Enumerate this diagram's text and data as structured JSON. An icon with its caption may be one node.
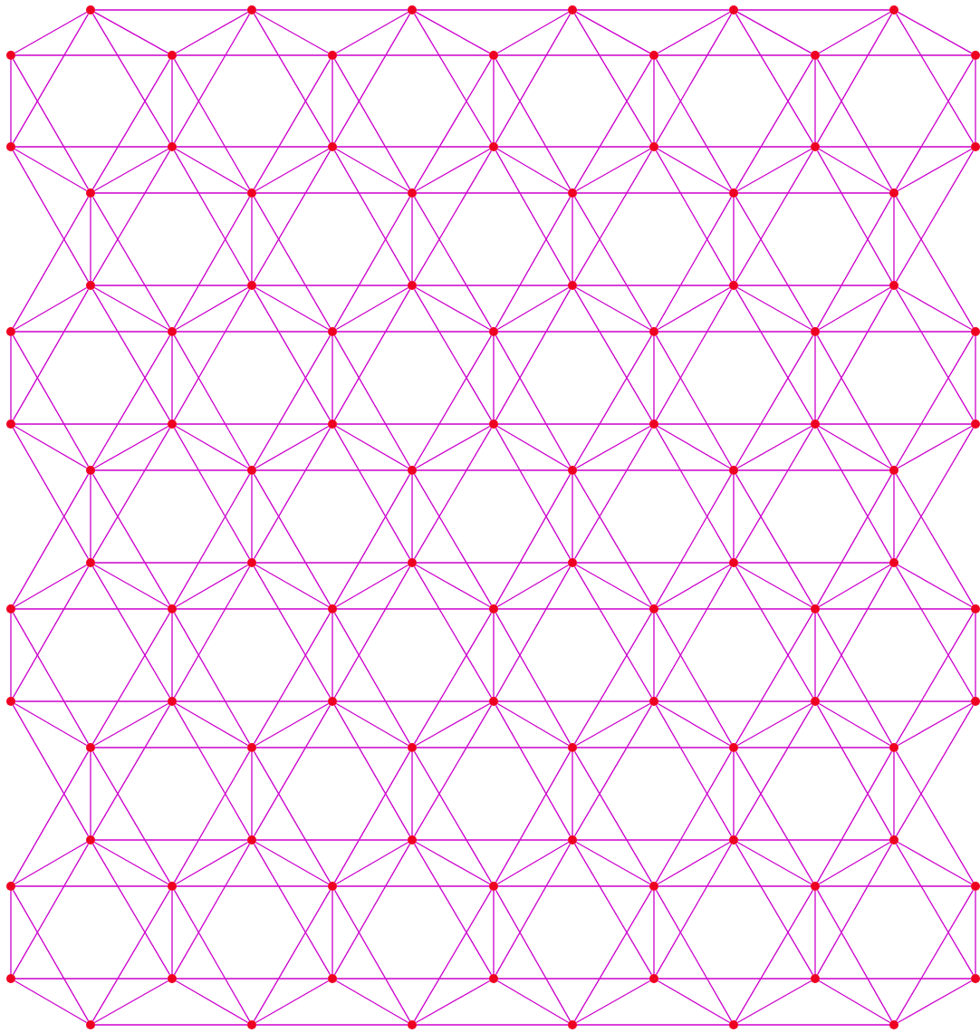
{
  "diagram": {
    "nodes": [
      {
        "text": [],
        "shape": "circle"
      },
      {
        "text": [],
        "shape": "circle"
      },
      {
        "text": [],
        "shape": "circle"
      },
      {
        "text": [],
        "shape": "circle"
      },
      {
        "text": [],
        "shape": "circle"
      },
      {
        "text": [],
        "shape": "circle"
      },
      {
        "text": [],
        "shape": "circle"
      },
      {
        "text": [],
        "shape": "circle"
      },
      {
        "text": [],
        "shape": "circle"
      },
      {
        "text": [],
        "shape": "circle"
      },
      {
        "text": [],
        "shape": "circle"
      },
      {
        "text": [],
        "shape": "circle"
      },
      {
        "text": [],
        "shape": "circle"
      },
      {
        "text": [],
        "shape": "circle"
      },
      {
        "text": [],
        "shape": "circle"
      },
      {
        "text": [],
        "shape": "circle"
      },
      {
        "text": [],
        "shape": "circle"
      },
      {
        "text": [],
        "shape": "circle"
      },
      {
        "text": [],
        "shape": "circle"
      },
      {
        "text": [],
        "shape": "circle"
      },
      {
        "text": [],
        "shape": "circle"
      },
      {
        "text": [],
        "shape": "circle"
      },
      {
        "text": [],
        "shape": "circle"
      },
      {
        "text": [],
        "shape": "circle"
      },
      {
        "text": [],
        "shape": "circle"
      },
      {
        "text": [],
        "shape": "circle"
      },
      {
        "text": [],
        "shape": "circle"
      },
      {
        "text": [],
        "shape": "circle"
      },
      {
        "text": [],
        "shape": "circle"
      },
      {
        "text": [],
        "shape": "circle"
      },
      {
        "text": [],
        "shape": "circle"
      },
      {
        "text": [],
        "shape": "circle"
      },
      {
        "text": [],
        "shape": "circle"
      },
      {
        "text": [],
        "shape": "circle"
      },
      {
        "text": [],
        "shape": "circle"
      },
      {
        "text": [],
        "shape": "circle"
      },
      {
        "text": [],
        "shape": "circle"
      },
      {
        "text": [],
        "shape": "circle"
      },
      {
        "text": [],
        "shape": "circle"
      },
      {
        "text": [],
        "shape": "circle"
      },
      {
        "text": [],
        "shape": "circle"
      },
      {
        "text": [],
        "shape": "circle"
      },
      {
        "text": [],
        "shape": "circle"
      },
      {
        "text": [],
        "shape": "circle"
      },
      {
        "text": [],
        "shape": "circle"
      },
      {
        "text": [],
        "shape": "circle"
      },
      {
        "text": [],
        "shape": "circle"
      },
      {
        "text": [],
        "shape": "circle"
      },
      {
        "text": [],
        "shape": "circle"
      },
      {
        "text": [],
        "shape": "circle"
      },
      {
        "text": [],
        "shape": "circle"
      },
      {
        "text": [],
        "shape": "circle"
      },
      {
        "text": [],
        "shape": "circle"
      },
      {
        "text": [],
        "shape": "circle"
      },
      {
        "text": [],
        "shape": "circle"
      },
      {
        "text": [],
        "shape": "circle"
      },
      {
        "text": [],
        "shape": "circle"
      },
      {
        "text": [],
        "shape": "circle"
      },
      {
        "text": [],
        "shape": "circle"
      },
      {
        "text": [],
        "shape": "circle"
      },
      {
        "text": [],
        "shape": "circle"
      },
      {
        "text": [],
        "shape": "circle"
      },
      {
        "text": [],
        "shape": "circle"
      },
      {
        "text": [],
        "shape": "circle"
      },
      {
        "text": [],
        "shape": "circle"
      },
      {
        "text": [],
        "shape": "circle"
      },
      {
        "text": [],
        "shape": "circle"
      },
      {
        "text": [],
        "shape": "circle"
      },
      {
        "text": [],
        "shape": "circle"
      },
      {
        "text": [],
        "shape": "circle"
      },
      {
        "text": [],
        "shape": "circle"
      },
      {
        "text": [],
        "shape": "circle"
      },
      {
        "text": [],
        "shape": "circle"
      },
      {
        "text": [],
        "shape": "circle"
      },
      {
        "text": [],
        "shape": "circle"
      },
      {
        "text": [],
        "shape": "circle"
      },
      {
        "text": [],
        "shape": "circle"
      },
      {
        "text": [],
        "shape": "circle"
      },
      {
        "text": [],
        "shape": "circle"
      },
      {
        "text": [],
        "shape": "circle"
      },
      {
        "text": [],
        "shape": "circle"
      },
      {
        "text": [],
        "shape": "circle"
      },
      {
        "text": [],
        "shape": "circle"
      },
      {
        "text": [],
        "shape": "circle"
      },
      {
        "text": [],
        "shape": "circle"
      },
      {
        "text": [],
        "shape": "circle"
      },
      {
        "text": [],
        "shape": "circle"
      },
      {
        "text": [],
        "shape": "circle"
      },
      {
        "text": [],
        "shape": "circle"
      },
      {
        "text": [],
        "shape": "circle"
      },
      {
        "text": [],
        "shape": "circle"
      },
      {
        "text": [],
        "shape": "circle"
      },
      {
        "text": [],
        "shape": "circle"
      },
      {
        "text": [],
        "shape": "circle"
      },
      {
        "text": [],
        "shape": "circle"
      },
      {
        "text": [],
        "shape": "circle"
      },
      {
        "text": [],
        "shape": "circle"
      },
      {
        "text": [],
        "shape": "circle"
      },
      {
        "text": [],
        "shape": "circle"
      },
      {
        "text": [],
        "shape": "circle"
      },
      {
        "text": [],
        "shape": "circle"
      },
      {
        "text": [],
        "shape": "circle"
      },
      {
        "text": [],
        "shape": "circle"
      },
      {
        "text": [],
        "shape": "circle"
      }
    ],
    "edges": [
      {
        "from": 0,
        "to": 1,
        "arrow": "none"
      },
      {
        "from": 1,
        "to": 2,
        "arrow": "none"
      },
      {
        "from": 2,
        "to": 3,
        "arrow": "none"
      },
      {
        "from": 3,
        "to": 4,
        "arrow": "none"
      },
      {
        "from": 4,
        "to": 5,
        "arrow": "none"
      },
      {
        "from": 6,
        "to": 7,
        "arrow": "none"
      },
      {
        "from": 7,
        "to": 8,
        "arrow": "none"
      },
      {
        "from": 8,
        "to": 9,
        "arrow": "none"
      },
      {
        "from": 9,
        "to": 10,
        "arrow": "none"
      },
      {
        "from": 10,
        "to": 11,
        "arrow": "none"
      },
      {
        "from": 11,
        "to": 12,
        "arrow": "none"
      },
      {
        "from": 13,
        "to": 14,
        "arrow": "none"
      },
      {
        "from": 14,
        "to": 15,
        "arrow": "none"
      },
      {
        "from": 15,
        "to": 16,
        "arrow": "none"
      },
      {
        "from": 16,
        "to": 17,
        "arrow": "none"
      },
      {
        "from": 17,
        "to": 18,
        "arrow": "none"
      },
      {
        "from": 18,
        "to": 19,
        "arrow": "none"
      },
      {
        "from": 20,
        "to": 21,
        "arrow": "none"
      },
      {
        "from": 21,
        "to": 22,
        "arrow": "none"
      },
      {
        "from": 22,
        "to": 23,
        "arrow": "none"
      },
      {
        "from": 23,
        "to": 24,
        "arrow": "none"
      },
      {
        "from": 24,
        "to": 25,
        "arrow": "none"
      },
      {
        "from": 26,
        "to": 27,
        "arrow": "none"
      },
      {
        "from": 27,
        "to": 28,
        "arrow": "none"
      },
      {
        "from": 28,
        "to": 29,
        "arrow": "none"
      },
      {
        "from": 29,
        "to": 30,
        "arrow": "none"
      },
      {
        "from": 30,
        "to": 31,
        "arrow": "none"
      },
      {
        "from": 32,
        "to": 33,
        "arrow": "none"
      },
      {
        "from": 33,
        "to": 34,
        "arrow": "none"
      },
      {
        "from": 34,
        "to": 35,
        "arrow": "none"
      },
      {
        "from": 35,
        "to": 36,
        "arrow": "none"
      },
      {
        "from": 36,
        "to": 37,
        "arrow": "none"
      },
      {
        "from": 37,
        "to": 38,
        "arrow": "none"
      },
      {
        "from": 39,
        "to": 40,
        "arrow": "none"
      },
      {
        "from": 40,
        "to": 41,
        "arrow": "none"
      },
      {
        "from": 41,
        "to": 42,
        "arrow": "none"
      },
      {
        "from": 42,
        "to": 43,
        "arrow": "none"
      },
      {
        "from": 43,
        "to": 44,
        "arrow": "none"
      },
      {
        "from": 44,
        "to": 45,
        "arrow": "none"
      },
      {
        "from": 46,
        "to": 47,
        "arrow": "none"
      },
      {
        "from": 47,
        "to": 48,
        "arrow": "none"
      },
      {
        "from": 48,
        "to": 49,
        "arrow": "none"
      },
      {
        "from": 49,
        "to": 50,
        "arrow": "none"
      },
      {
        "from": 50,
        "to": 51,
        "arrow": "none"
      },
      {
        "from": 52,
        "to": 53,
        "arrow": "none"
      },
      {
        "from": 53,
        "to": 54,
        "arrow": "none"
      },
      {
        "from": 54,
        "to": 55,
        "arrow": "none"
      },
      {
        "from": 55,
        "to": 56,
        "arrow": "none"
      },
      {
        "from": 56,
        "to": 57,
        "arrow": "none"
      },
      {
        "from": 58,
        "to": 59,
        "arrow": "none"
      },
      {
        "from": 59,
        "to": 60,
        "arrow": "none"
      },
      {
        "from": 60,
        "to": 61,
        "arrow": "none"
      },
      {
        "from": 61,
        "to": 62,
        "arrow": "none"
      },
      {
        "from": 62,
        "to": 63,
        "arrow": "none"
      },
      {
        "from": 63,
        "to": 64,
        "arrow": "none"
      },
      {
        "from": 65,
        "to": 66,
        "arrow": "none"
      },
      {
        "from": 66,
        "to": 67,
        "arrow": "none"
      },
      {
        "from": 67,
        "to": 68,
        "arrow": "none"
      },
      {
        "from": 68,
        "to": 69,
        "arrow": "none"
      },
      {
        "from": 69,
        "to": 70,
        "arrow": "none"
      },
      {
        "from": 70,
        "to": 71,
        "arrow": "none"
      },
      {
        "from": 72,
        "to": 73,
        "arrow": "none"
      },
      {
        "from": 73,
        "to": 74,
        "arrow": "none"
      },
      {
        "from": 74,
        "to": 75,
        "arrow": "none"
      },
      {
        "from": 75,
        "to": 76,
        "arrow": "none"
      },
      {
        "from": 76,
        "to": 77,
        "arrow": "none"
      },
      {
        "from": 78,
        "to": 79,
        "arrow": "none"
      },
      {
        "from": 79,
        "to": 80,
        "arrow": "none"
      },
      {
        "from": 80,
        "to": 81,
        "arrow": "none"
      },
      {
        "from": 81,
        "to": 82,
        "arrow": "none"
      },
      {
        "from": 82,
        "to": 83,
        "arrow": "none"
      },
      {
        "from": 84,
        "to": 85,
        "arrow": "none"
      },
      {
        "from": 85,
        "to": 86,
        "arrow": "none"
      },
      {
        "from": 86,
        "to": 87,
        "arrow": "none"
      },
      {
        "from": 87,
        "to": 88,
        "arrow": "none"
      },
      {
        "from": 88,
        "to": 89,
        "arrow": "none"
      },
      {
        "from": 89,
        "to": 90,
        "arrow": "none"
      },
      {
        "from": 91,
        "to": 92,
        "arrow": "none"
      },
      {
        "from": 92,
        "to": 93,
        "arrow": "none"
      },
      {
        "from": 93,
        "to": 94,
        "arrow": "none"
      },
      {
        "from": 94,
        "to": 95,
        "arrow": "none"
      },
      {
        "from": 95,
        "to": 96,
        "arrow": "none"
      },
      {
        "from": 96,
        "to": 97,
        "arrow": "none"
      },
      {
        "from": 98,
        "to": 99,
        "arrow": "none"
      },
      {
        "from": 99,
        "to": 100,
        "arrow": "none"
      },
      {
        "from": 100,
        "to": 101,
        "arrow": "none"
      },
      {
        "from": 101,
        "to": 102,
        "arrow": "none"
      },
      {
        "from": 102,
        "to": 103,
        "arrow": "none"
      },
      {
        "from": 6,
        "to": 13,
        "arrow": "none"
      },
      {
        "from": 7,
        "to": 14,
        "arrow": "none"
      },
      {
        "from": 8,
        "to": 15,
        "arrow": "none"
      },
      {
        "from": 9,
        "to": 16,
        "arrow": "none"
      },
      {
        "from": 10,
        "to": 17,
        "arrow": "none"
      },
      {
        "from": 11,
        "to": 18,
        "arrow": "none"
      },
      {
        "from": 12,
        "to": 19,
        "arrow": "none"
      },
      {
        "from": 32,
        "to": 39,
        "arrow": "none"
      },
      {
        "from": 33,
        "to": 40,
        "arrow": "none"
      },
      {
        "from": 34,
        "to": 41,
        "arrow": "none"
      },
      {
        "from": 35,
        "to": 42,
        "arrow": "none"
      },
      {
        "from": 36,
        "to": 43,
        "arrow": "none"
      },
      {
        "from": 37,
        "to": 44,
        "arrow": "none"
      },
      {
        "from": 38,
        "to": 45,
        "arrow": "none"
      },
      {
        "from": 58,
        "to": 65,
        "arrow": "none"
      },
      {
        "from": 59,
        "to": 66,
        "arrow": "none"
      },
      {
        "from": 60,
        "to": 67,
        "arrow": "none"
      },
      {
        "from": 61,
        "to": 68,
        "arrow": "none"
      },
      {
        "from": 62,
        "to": 69,
        "arrow": "none"
      },
      {
        "from": 63,
        "to": 70,
        "arrow": "none"
      },
      {
        "from": 64,
        "to": 71,
        "arrow": "none"
      },
      {
        "from": 84,
        "to": 91,
        "arrow": "none"
      },
      {
        "from": 85,
        "to": 92,
        "arrow": "none"
      },
      {
        "from": 86,
        "to": 93,
        "arrow": "none"
      },
      {
        "from": 87,
        "to": 94,
        "arrow": "none"
      },
      {
        "from": 88,
        "to": 95,
        "arrow": "none"
      },
      {
        "from": 89,
        "to": 96,
        "arrow": "none"
      },
      {
        "from": 90,
        "to": 97,
        "arrow": "none"
      },
      {
        "from": 20,
        "to": 26,
        "arrow": "none"
      },
      {
        "from": 21,
        "to": 27,
        "arrow": "none"
      },
      {
        "from": 22,
        "to": 28,
        "arrow": "none"
      },
      {
        "from": 23,
        "to": 29,
        "arrow": "none"
      },
      {
        "from": 24,
        "to": 30,
        "arrow": "none"
      },
      {
        "from": 25,
        "to": 31,
        "arrow": "none"
      },
      {
        "from": 46,
        "to": 52,
        "arrow": "none"
      },
      {
        "from": 47,
        "to": 53,
        "arrow": "none"
      },
      {
        "from": 48,
        "to": 54,
        "arrow": "none"
      },
      {
        "from": 49,
        "to": 55,
        "arrow": "none"
      },
      {
        "from": 50,
        "to": 56,
        "arrow": "none"
      },
      {
        "from": 51,
        "to": 57,
        "arrow": "none"
      },
      {
        "from": 72,
        "to": 78,
        "arrow": "none"
      },
      {
        "from": 73,
        "to": 79,
        "arrow": "none"
      },
      {
        "from": 74,
        "to": 80,
        "arrow": "none"
      },
      {
        "from": 75,
        "to": 81,
        "arrow": "none"
      },
      {
        "from": 76,
        "to": 82,
        "arrow": "none"
      },
      {
        "from": 77,
        "to": 83,
        "arrow": "none"
      },
      {
        "from": 0,
        "to": 6,
        "arrow": "none"
      },
      {
        "from": 0,
        "to": 7,
        "arrow": "none"
      },
      {
        "from": 0,
        "to": 13,
        "arrow": "none"
      },
      {
        "from": 0,
        "to": 14,
        "arrow": "none"
      },
      {
        "from": 1,
        "to": 7,
        "arrow": "none"
      },
      {
        "from": 1,
        "to": 8,
        "arrow": "none"
      },
      {
        "from": 1,
        "to": 14,
        "arrow": "none"
      },
      {
        "from": 1,
        "to": 15,
        "arrow": "none"
      },
      {
        "from": 2,
        "to": 8,
        "arrow": "none"
      },
      {
        "from": 2,
        "to": 9,
        "arrow": "none"
      },
      {
        "from": 2,
        "to": 15,
        "arrow": "none"
      },
      {
        "from": 2,
        "to": 16,
        "arrow": "none"
      },
      {
        "from": 3,
        "to": 9,
        "arrow": "none"
      },
      {
        "from": 3,
        "to": 10,
        "arrow": "none"
      },
      {
        "from": 3,
        "to": 16,
        "arrow": "none"
      },
      {
        "from": 3,
        "to": 17,
        "arrow": "none"
      },
      {
        "from": 4,
        "to": 10,
        "arrow": "none"
      },
      {
        "from": 4,
        "to": 11,
        "arrow": "none"
      },
      {
        "from": 4,
        "to": 17,
        "arrow": "none"
      },
      {
        "from": 4,
        "to": 18,
        "arrow": "none"
      },
      {
        "from": 5,
        "to": 11,
        "arrow": "none"
      },
      {
        "from": 5,
        "to": 12,
        "arrow": "none"
      },
      {
        "from": 5,
        "to": 18,
        "arrow": "none"
      },
      {
        "from": 5,
        "to": 19,
        "arrow": "none"
      },
      {
        "from": 20,
        "to": 6,
        "arrow": "none"
      },
      {
        "from": 20,
        "to": 7,
        "arrow": "none"
      },
      {
        "from": 20,
        "to": 13,
        "arrow": "none"
      },
      {
        "from": 20,
        "to": 14,
        "arrow": "none"
      },
      {
        "from": 20,
        "to": 32,
        "arrow": "none"
      },
      {
        "from": 20,
        "to": 33,
        "arrow": "none"
      },
      {
        "from": 21,
        "to": 7,
        "arrow": "none"
      },
      {
        "from": 21,
        "to": 8,
        "arrow": "none"
      },
      {
        "from": 21,
        "to": 14,
        "arrow": "none"
      },
      {
        "from": 21,
        "to": 15,
        "arrow": "none"
      },
      {
        "from": 21,
        "to": 33,
        "arrow": "none"
      },
      {
        "from": 21,
        "to": 34,
        "arrow": "none"
      },
      {
        "from": 22,
        "to": 8,
        "arrow": "none"
      },
      {
        "from": 22,
        "to": 9,
        "arrow": "none"
      },
      {
        "from": 22,
        "to": 15,
        "arrow": "none"
      },
      {
        "from": 22,
        "to": 16,
        "arrow": "none"
      },
      {
        "from": 22,
        "to": 34,
        "arrow": "none"
      },
      {
        "from": 22,
        "to": 35,
        "arrow": "none"
      },
      {
        "from": 23,
        "to": 9,
        "arrow": "none"
      },
      {
        "from": 23,
        "to": 10,
        "arrow": "none"
      },
      {
        "from": 23,
        "to": 16,
        "arrow": "none"
      },
      {
        "from": 23,
        "to": 17,
        "arrow": "none"
      },
      {
        "from": 23,
        "to": 35,
        "arrow": "none"
      },
      {
        "from": 23,
        "to": 36,
        "arrow": "none"
      },
      {
        "from": 24,
        "to": 10,
        "arrow": "none"
      },
      {
        "from": 24,
        "to": 11,
        "arrow": "none"
      },
      {
        "from": 24,
        "to": 17,
        "arrow": "none"
      },
      {
        "from": 24,
        "to": 18,
        "arrow": "none"
      },
      {
        "from": 24,
        "to": 36,
        "arrow": "none"
      },
      {
        "from": 24,
        "to": 37,
        "arrow": "none"
      },
      {
        "from": 25,
        "to": 11,
        "arrow": "none"
      },
      {
        "from": 25,
        "to": 12,
        "arrow": "none"
      },
      {
        "from": 25,
        "to": 18,
        "arrow": "none"
      },
      {
        "from": 25,
        "to": 19,
        "arrow": "none"
      },
      {
        "from": 25,
        "to": 37,
        "arrow": "none"
      },
      {
        "from": 25,
        "to": 38,
        "arrow": "none"
      },
      {
        "from": 26,
        "to": 13,
        "arrow": "none"
      },
      {
        "from": 26,
        "to": 14,
        "arrow": "none"
      },
      {
        "from": 26,
        "to": 32,
        "arrow": "none"
      },
      {
        "from": 26,
        "to": 33,
        "arrow": "none"
      },
      {
        "from": 26,
        "to": 39,
        "arrow": "none"
      },
      {
        "from": 26,
        "to": 40,
        "arrow": "none"
      },
      {
        "from": 27,
        "to": 14,
        "arrow": "none"
      },
      {
        "from": 27,
        "to": 15,
        "arrow": "none"
      },
      {
        "from": 27,
        "to": 33,
        "arrow": "none"
      },
      {
        "from": 27,
        "to": 34,
        "arrow": "none"
      },
      {
        "from": 27,
        "to": 40,
        "arrow": "none"
      },
      {
        "from": 27,
        "to": 41,
        "arrow": "none"
      },
      {
        "from": 28,
        "to": 15,
        "arrow": "none"
      },
      {
        "from": 28,
        "to": 16,
        "arrow": "none"
      },
      {
        "from": 28,
        "to": 34,
        "arrow": "none"
      },
      {
        "from": 28,
        "to": 35,
        "arrow": "none"
      },
      {
        "from": 28,
        "to": 41,
        "arrow": "none"
      },
      {
        "from": 28,
        "to": 42,
        "arrow": "none"
      },
      {
        "from": 29,
        "to": 16,
        "arrow": "none"
      },
      {
        "from": 29,
        "to": 17,
        "arrow": "none"
      },
      {
        "from": 29,
        "to": 35,
        "arrow": "none"
      },
      {
        "from": 29,
        "to": 36,
        "arrow": "none"
      },
      {
        "from": 29,
        "to": 42,
        "arrow": "none"
      },
      {
        "from": 29,
        "to": 43,
        "arrow": "none"
      },
      {
        "from": 30,
        "to": 17,
        "arrow": "none"
      },
      {
        "from": 30,
        "to": 18,
        "arrow": "none"
      },
      {
        "from": 30,
        "to": 36,
        "arrow": "none"
      },
      {
        "from": 30,
        "to": 37,
        "arrow": "none"
      },
      {
        "from": 30,
        "to": 43,
        "arrow": "none"
      },
      {
        "from": 30,
        "to": 44,
        "arrow": "none"
      },
      {
        "from": 31,
        "to": 18,
        "arrow": "none"
      },
      {
        "from": 31,
        "to": 19,
        "arrow": "none"
      },
      {
        "from": 31,
        "to": 37,
        "arrow": "none"
      },
      {
        "from": 31,
        "to": 38,
        "arrow": "none"
      },
      {
        "from": 31,
        "to": 44,
        "arrow": "none"
      },
      {
        "from": 31,
        "to": 45,
        "arrow": "none"
      },
      {
        "from": 46,
        "to": 32,
        "arrow": "none"
      },
      {
        "from": 46,
        "to": 33,
        "arrow": "none"
      },
      {
        "from": 46,
        "to": 39,
        "arrow": "none"
      },
      {
        "from": 46,
        "to": 40,
        "arrow": "none"
      },
      {
        "from": 46,
        "to": 58,
        "arrow": "none"
      },
      {
        "from": 46,
        "to": 59,
        "arrow": "none"
      },
      {
        "from": 47,
        "to": 33,
        "arrow": "none"
      },
      {
        "from": 47,
        "to": 34,
        "arrow": "none"
      },
      {
        "from": 47,
        "to": 40,
        "arrow": "none"
      },
      {
        "from": 47,
        "to": 41,
        "arrow": "none"
      },
      {
        "from": 47,
        "to": 59,
        "arrow": "none"
      },
      {
        "from": 47,
        "to": 60,
        "arrow": "none"
      },
      {
        "from": 48,
        "to": 34,
        "arrow": "none"
      },
      {
        "from": 48,
        "to": 35,
        "arrow": "none"
      },
      {
        "from": 48,
        "to": 41,
        "arrow": "none"
      },
      {
        "from": 48,
        "to": 42,
        "arrow": "none"
      },
      {
        "from": 48,
        "to": 60,
        "arrow": "none"
      },
      {
        "from": 48,
        "to": 61,
        "arrow": "none"
      },
      {
        "from": 49,
        "to": 35,
        "arrow": "none"
      },
      {
        "from": 49,
        "to": 36,
        "arrow": "none"
      },
      {
        "from": 49,
        "to": 42,
        "arrow": "none"
      },
      {
        "from": 49,
        "to": 43,
        "arrow": "none"
      },
      {
        "from": 49,
        "to": 61,
        "arrow": "none"
      },
      {
        "from": 49,
        "to": 62,
        "arrow": "none"
      },
      {
        "from": 50,
        "to": 36,
        "arrow": "none"
      },
      {
        "from": 50,
        "to": 37,
        "arrow": "none"
      },
      {
        "from": 50,
        "to": 43,
        "arrow": "none"
      },
      {
        "from": 50,
        "to": 44,
        "arrow": "none"
      },
      {
        "from": 50,
        "to": 62,
        "arrow": "none"
      },
      {
        "from": 50,
        "to": 63,
        "arrow": "none"
      },
      {
        "from": 51,
        "to": 37,
        "arrow": "none"
      },
      {
        "from": 51,
        "to": 38,
        "arrow": "none"
      },
      {
        "from": 51,
        "to": 44,
        "arrow": "none"
      },
      {
        "from": 51,
        "to": 45,
        "arrow": "none"
      },
      {
        "from": 51,
        "to": 63,
        "arrow": "none"
      },
      {
        "from": 51,
        "to": 64,
        "arrow": "none"
      },
      {
        "from": 52,
        "to": 39,
        "arrow": "none"
      },
      {
        "from": 52,
        "to": 40,
        "arrow": "none"
      },
      {
        "from": 52,
        "to": 58,
        "arrow": "none"
      },
      {
        "from": 52,
        "to": 59,
        "arrow": "none"
      },
      {
        "from": 52,
        "to": 65,
        "arrow": "none"
      },
      {
        "from": 52,
        "to": 66,
        "arrow": "none"
      },
      {
        "from": 53,
        "to": 40,
        "arrow": "none"
      },
      {
        "from": 53,
        "to": 41,
        "arrow": "none"
      },
      {
        "from": 53,
        "to": 59,
        "arrow": "none"
      },
      {
        "from": 53,
        "to": 60,
        "arrow": "none"
      },
      {
        "from": 53,
        "to": 66,
        "arrow": "none"
      },
      {
        "from": 53,
        "to": 67,
        "arrow": "none"
      },
      {
        "from": 54,
        "to": 41,
        "arrow": "none"
      },
      {
        "from": 54,
        "to": 42,
        "arrow": "none"
      },
      {
        "from": 54,
        "to": 60,
        "arrow": "none"
      },
      {
        "from": 54,
        "to": 61,
        "arrow": "none"
      },
      {
        "from": 54,
        "to": 67,
        "arrow": "none"
      },
      {
        "from": 54,
        "to": 68,
        "arrow": "none"
      },
      {
        "from": 55,
        "to": 42,
        "arrow": "none"
      },
      {
        "from": 55,
        "to": 43,
        "arrow": "none"
      },
      {
        "from": 55,
        "to": 61,
        "arrow": "none"
      },
      {
        "from": 55,
        "to": 62,
        "arrow": "none"
      },
      {
        "from": 55,
        "to": 68,
        "arrow": "none"
      },
      {
        "from": 55,
        "to": 69,
        "arrow": "none"
      },
      {
        "from": 56,
        "to": 43,
        "arrow": "none"
      },
      {
        "from": 56,
        "to": 44,
        "arrow": "none"
      },
      {
        "from": 56,
        "to": 62,
        "arrow": "none"
      },
      {
        "from": 56,
        "to": 63,
        "arrow": "none"
      },
      {
        "from": 56,
        "to": 69,
        "arrow": "none"
      },
      {
        "from": 56,
        "to": 70,
        "arrow": "none"
      },
      {
        "from": 57,
        "to": 44,
        "arrow": "none"
      },
      {
        "from": 57,
        "to": 45,
        "arrow": "none"
      },
      {
        "from": 57,
        "to": 63,
        "arrow": "none"
      },
      {
        "from": 57,
        "to": 64,
        "arrow": "none"
      },
      {
        "from": 57,
        "to": 70,
        "arrow": "none"
      },
      {
        "from": 57,
        "to": 71,
        "arrow": "none"
      },
      {
        "from": 72,
        "to": 58,
        "arrow": "none"
      },
      {
        "from": 72,
        "to": 59,
        "arrow": "none"
      },
      {
        "from": 72,
        "to": 65,
        "arrow": "none"
      },
      {
        "from": 72,
        "to": 66,
        "arrow": "none"
      },
      {
        "from": 72,
        "to": 84,
        "arrow": "none"
      },
      {
        "from": 72,
        "to": 85,
        "arrow": "none"
      },
      {
        "from": 73,
        "to": 59,
        "arrow": "none"
      },
      {
        "from": 73,
        "to": 60,
        "arrow": "none"
      },
      {
        "from": 73,
        "to": 66,
        "arrow": "none"
      },
      {
        "from": 73,
        "to": 67,
        "arrow": "none"
      },
      {
        "from": 73,
        "to": 85,
        "arrow": "none"
      },
      {
        "from": 73,
        "to": 86,
        "arrow": "none"
      },
      {
        "from": 74,
        "to": 60,
        "arrow": "none"
      },
      {
        "from": 74,
        "to": 61,
        "arrow": "none"
      },
      {
        "from": 74,
        "to": 67,
        "arrow": "none"
      },
      {
        "from": 74,
        "to": 68,
        "arrow": "none"
      },
      {
        "from": 74,
        "to": 86,
        "arrow": "none"
      },
      {
        "from": 74,
        "to": 87,
        "arrow": "none"
      },
      {
        "from": 75,
        "to": 61,
        "arrow": "none"
      },
      {
        "from": 75,
        "to": 62,
        "arrow": "none"
      },
      {
        "from": 75,
        "to": 68,
        "arrow": "none"
      },
      {
        "from": 75,
        "to": 69,
        "arrow": "none"
      },
      {
        "from": 75,
        "to": 87,
        "arrow": "none"
      },
      {
        "from": 75,
        "to": 88,
        "arrow": "none"
      },
      {
        "from": 76,
        "to": 62,
        "arrow": "none"
      },
      {
        "from": 76,
        "to": 63,
        "arrow": "none"
      },
      {
        "from": 76,
        "to": 69,
        "arrow": "none"
      },
      {
        "from": 76,
        "to": 70,
        "arrow": "none"
      },
      {
        "from": 76,
        "to": 88,
        "arrow": "none"
      },
      {
        "from": 76,
        "to": 89,
        "arrow": "none"
      },
      {
        "from": 77,
        "to": 63,
        "arrow": "none"
      },
      {
        "from": 77,
        "to": 64,
        "arrow": "none"
      },
      {
        "from": 77,
        "to": 70,
        "arrow": "none"
      },
      {
        "from": 77,
        "to": 71,
        "arrow": "none"
      },
      {
        "from": 77,
        "to": 89,
        "arrow": "none"
      },
      {
        "from": 77,
        "to": 90,
        "arrow": "none"
      },
      {
        "from": 78,
        "to": 65,
        "arrow": "none"
      },
      {
        "from": 78,
        "to": 66,
        "arrow": "none"
      },
      {
        "from": 78,
        "to": 84,
        "arrow": "none"
      },
      {
        "from": 78,
        "to": 85,
        "arrow": "none"
      },
      {
        "from": 78,
        "to": 91,
        "arrow": "none"
      },
      {
        "from": 78,
        "to": 92,
        "arrow": "none"
      },
      {
        "from": 79,
        "to": 66,
        "arrow": "none"
      },
      {
        "from": 79,
        "to": 67,
        "arrow": "none"
      },
      {
        "from": 79,
        "to": 85,
        "arrow": "none"
      },
      {
        "from": 79,
        "to": 86,
        "arrow": "none"
      },
      {
        "from": 79,
        "to": 92,
        "arrow": "none"
      },
      {
        "from": 79,
        "to": 93,
        "arrow": "none"
      },
      {
        "from": 80,
        "to": 67,
        "arrow": "none"
      },
      {
        "from": 80,
        "to": 68,
        "arrow": "none"
      },
      {
        "from": 80,
        "to": 86,
        "arrow": "none"
      },
      {
        "from": 80,
        "to": 87,
        "arrow": "none"
      },
      {
        "from": 80,
        "to": 93,
        "arrow": "none"
      },
      {
        "from": 80,
        "to": 94,
        "arrow": "none"
      },
      {
        "from": 81,
        "to": 68,
        "arrow": "none"
      },
      {
        "from": 81,
        "to": 69,
        "arrow": "none"
      },
      {
        "from": 81,
        "to": 87,
        "arrow": "none"
      },
      {
        "from": 81,
        "to": 88,
        "arrow": "none"
      },
      {
        "from": 81,
        "to": 94,
        "arrow": "none"
      },
      {
        "from": 81,
        "to": 95,
        "arrow": "none"
      },
      {
        "from": 82,
        "to": 69,
        "arrow": "none"
      },
      {
        "from": 82,
        "to": 70,
        "arrow": "none"
      },
      {
        "from": 82,
        "to": 88,
        "arrow": "none"
      },
      {
        "from": 82,
        "to": 89,
        "arrow": "none"
      },
      {
        "from": 82,
        "to": 95,
        "arrow": "none"
      },
      {
        "from": 82,
        "to": 96,
        "arrow": "none"
      },
      {
        "from": 83,
        "to": 70,
        "arrow": "none"
      },
      {
        "from": 83,
        "to": 71,
        "arrow": "none"
      },
      {
        "from": 83,
        "to": 89,
        "arrow": "none"
      },
      {
        "from": 83,
        "to": 90,
        "arrow": "none"
      },
      {
        "from": 83,
        "to": 96,
        "arrow": "none"
      },
      {
        "from": 83,
        "to": 97,
        "arrow": "none"
      },
      {
        "from": 98,
        "to": 84,
        "arrow": "none"
      },
      {
        "from": 98,
        "to": 85,
        "arrow": "none"
      },
      {
        "from": 98,
        "to": 91,
        "arrow": "none"
      },
      {
        "from": 98,
        "to": 92,
        "arrow": "none"
      },
      {
        "from": 99,
        "to": 85,
        "arrow": "none"
      },
      {
        "from": 99,
        "to": 86,
        "arrow": "none"
      },
      {
        "from": 99,
        "to": 92,
        "arrow": "none"
      },
      {
        "from": 99,
        "to": 93,
        "arrow": "none"
      },
      {
        "from": 100,
        "to": 86,
        "arrow": "none"
      },
      {
        "from": 100,
        "to": 87,
        "arrow": "none"
      },
      {
        "from": 100,
        "to": 93,
        "arrow": "none"
      },
      {
        "from": 100,
        "to": 94,
        "arrow": "none"
      },
      {
        "from": 101,
        "to": 87,
        "arrow": "none"
      },
      {
        "from": 101,
        "to": 88,
        "arrow": "none"
      },
      {
        "from": 101,
        "to": 94,
        "arrow": "none"
      },
      {
        "from": 101,
        "to": 95,
        "arrow": "none"
      },
      {
        "from": 102,
        "to": 88,
        "arrow": "none"
      },
      {
        "from": 102,
        "to": 89,
        "arrow": "none"
      },
      {
        "from": 102,
        "to": 95,
        "arrow": "none"
      },
      {
        "from": 102,
        "to": 96,
        "arrow": "none"
      },
      {
        "from": 103,
        "to": 89,
        "arrow": "none"
      },
      {
        "from": 103,
        "to": 90,
        "arrow": "none"
      },
      {
        "from": 103,
        "to": 96,
        "arrow": "none"
      },
      {
        "from": 103,
        "to": 97,
        "arrow": "none"
      }
    ]
  }
}
